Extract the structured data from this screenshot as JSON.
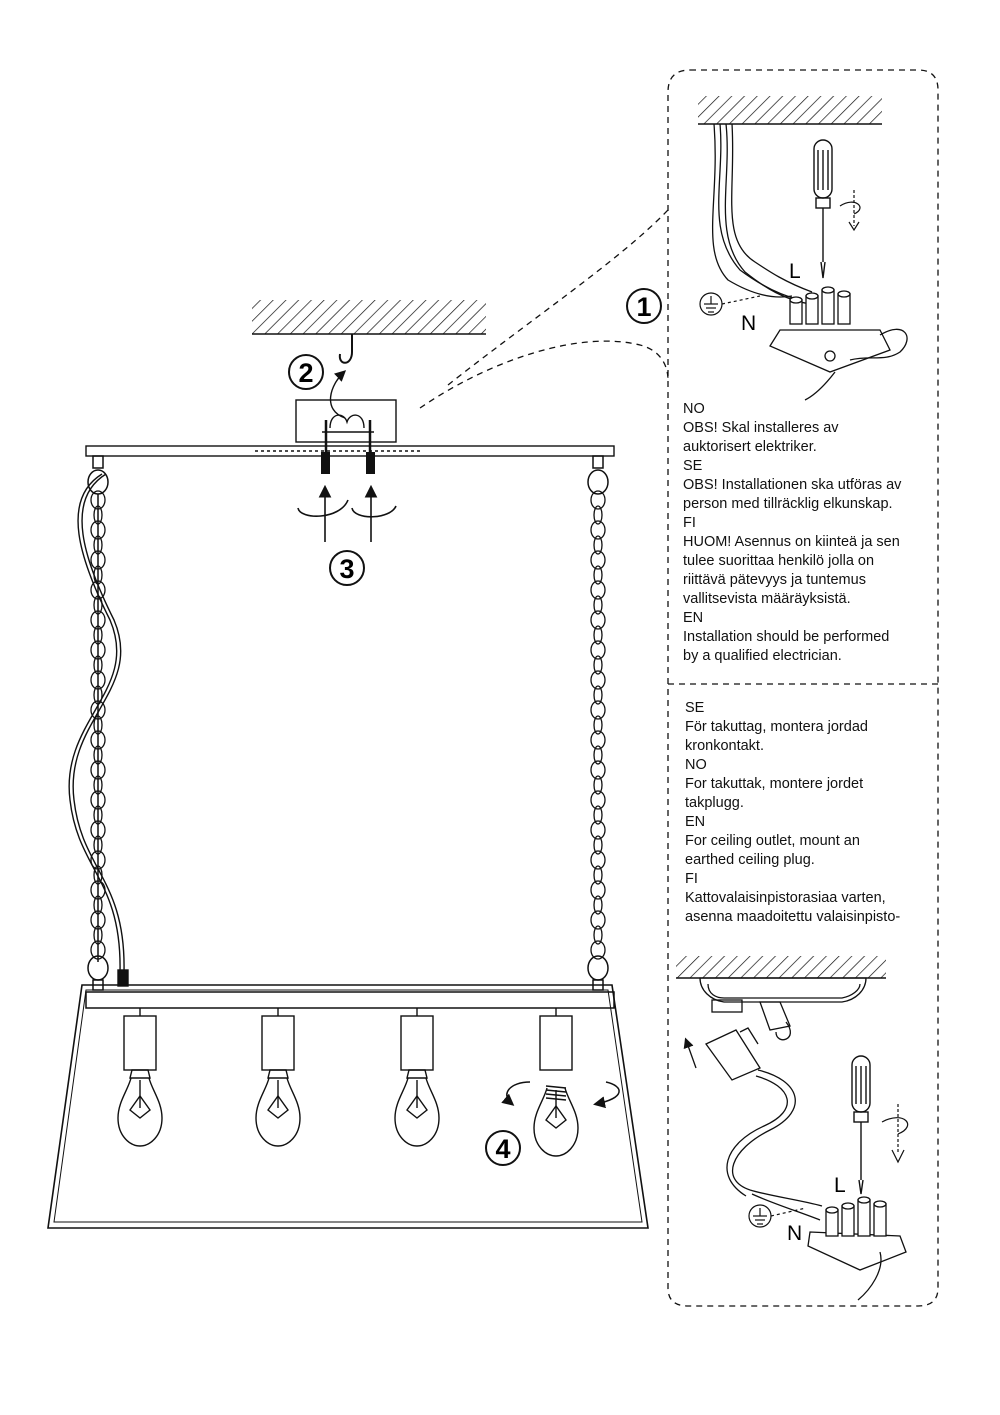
{
  "steps": [
    "1",
    "2",
    "3",
    "4"
  ],
  "wire_labels": {
    "live": "L",
    "neutral": "N"
  },
  "notes_top": [
    {
      "lang": "NO",
      "lines": [
        "OBS! Skal installeres av",
        "auktorisert elektriker."
      ]
    },
    {
      "lang": "SE",
      "lines": [
        "OBS! Installationen ska utföras av",
        "person med tillräcklig elkunskap."
      ]
    },
    {
      "lang": "FI",
      "lines": [
        "HUOM! Asennus on kiinteä ja sen",
        "tulee suorittaa henkilö jolla on",
        "riittävä pätevyys ja tuntemus",
        "vallitsevista määräyksistä."
      ]
    },
    {
      "lang": "EN",
      "lines": [
        "Installation should be performed",
        "by a qualified electrician."
      ]
    }
  ],
  "notes_bottom": [
    {
      "lang": "SE",
      "lines": [
        "För takuttag, montera jordad",
        "kronkontakt."
      ]
    },
    {
      "lang": "NO",
      "lines": [
        "For takuttak, montere jordet",
        "takplugg."
      ]
    },
    {
      "lang": "EN",
      "lines": [
        "For ceiling outlet, mount an",
        "earthed ceiling plug."
      ]
    },
    {
      "lang": "FI",
      "lines": [
        "Kattovalaisinpistorasiaa  varten,",
        "asenna maadoitettu valaisinpisto-"
      ]
    }
  ],
  "colors": {
    "line": "#111111",
    "background": "#ffffff"
  }
}
